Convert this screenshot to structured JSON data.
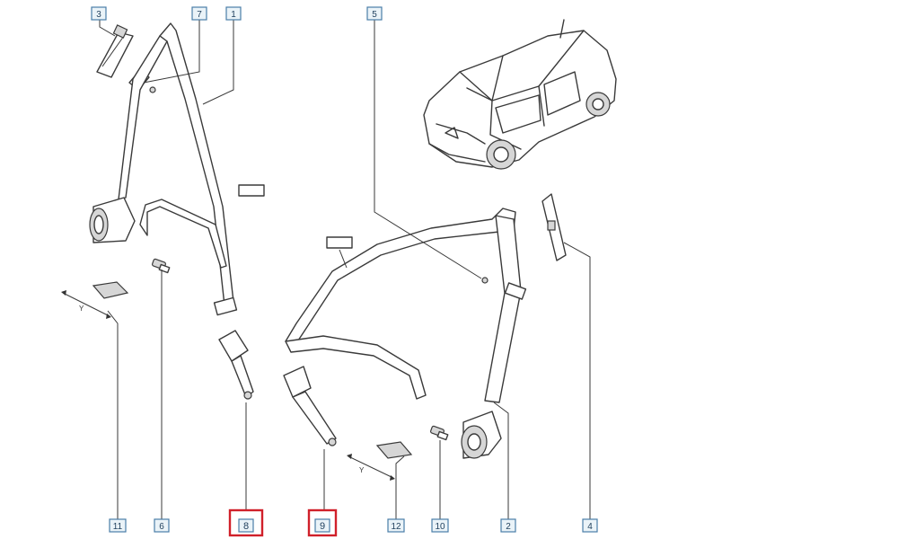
{
  "callouts": [
    {
      "id": "c3",
      "label": "3",
      "highlight": false
    },
    {
      "id": "c7",
      "label": "7",
      "highlight": false
    },
    {
      "id": "c1",
      "label": "1",
      "highlight": false
    },
    {
      "id": "c5",
      "label": "5",
      "highlight": false
    },
    {
      "id": "c11",
      "label": "11",
      "highlight": false
    },
    {
      "id": "c6",
      "label": "6",
      "highlight": false
    },
    {
      "id": "c8",
      "label": "8",
      "highlight": true
    },
    {
      "id": "c9",
      "label": "9",
      "highlight": true
    },
    {
      "id": "c12",
      "label": "12",
      "highlight": false
    },
    {
      "id": "c10",
      "label": "10",
      "highlight": false
    },
    {
      "id": "c2",
      "label": "2",
      "highlight": false
    },
    {
      "id": "c4",
      "label": "4",
      "highlight": false
    }
  ],
  "axis_markers": [
    {
      "id": "axis-left",
      "label": "Y"
    },
    {
      "id": "axis-right",
      "label": "Y"
    }
  ],
  "colors": {
    "callout_border": "#4a7ea8",
    "highlight_border": "#d0202a",
    "line": "#3a3a3a"
  }
}
